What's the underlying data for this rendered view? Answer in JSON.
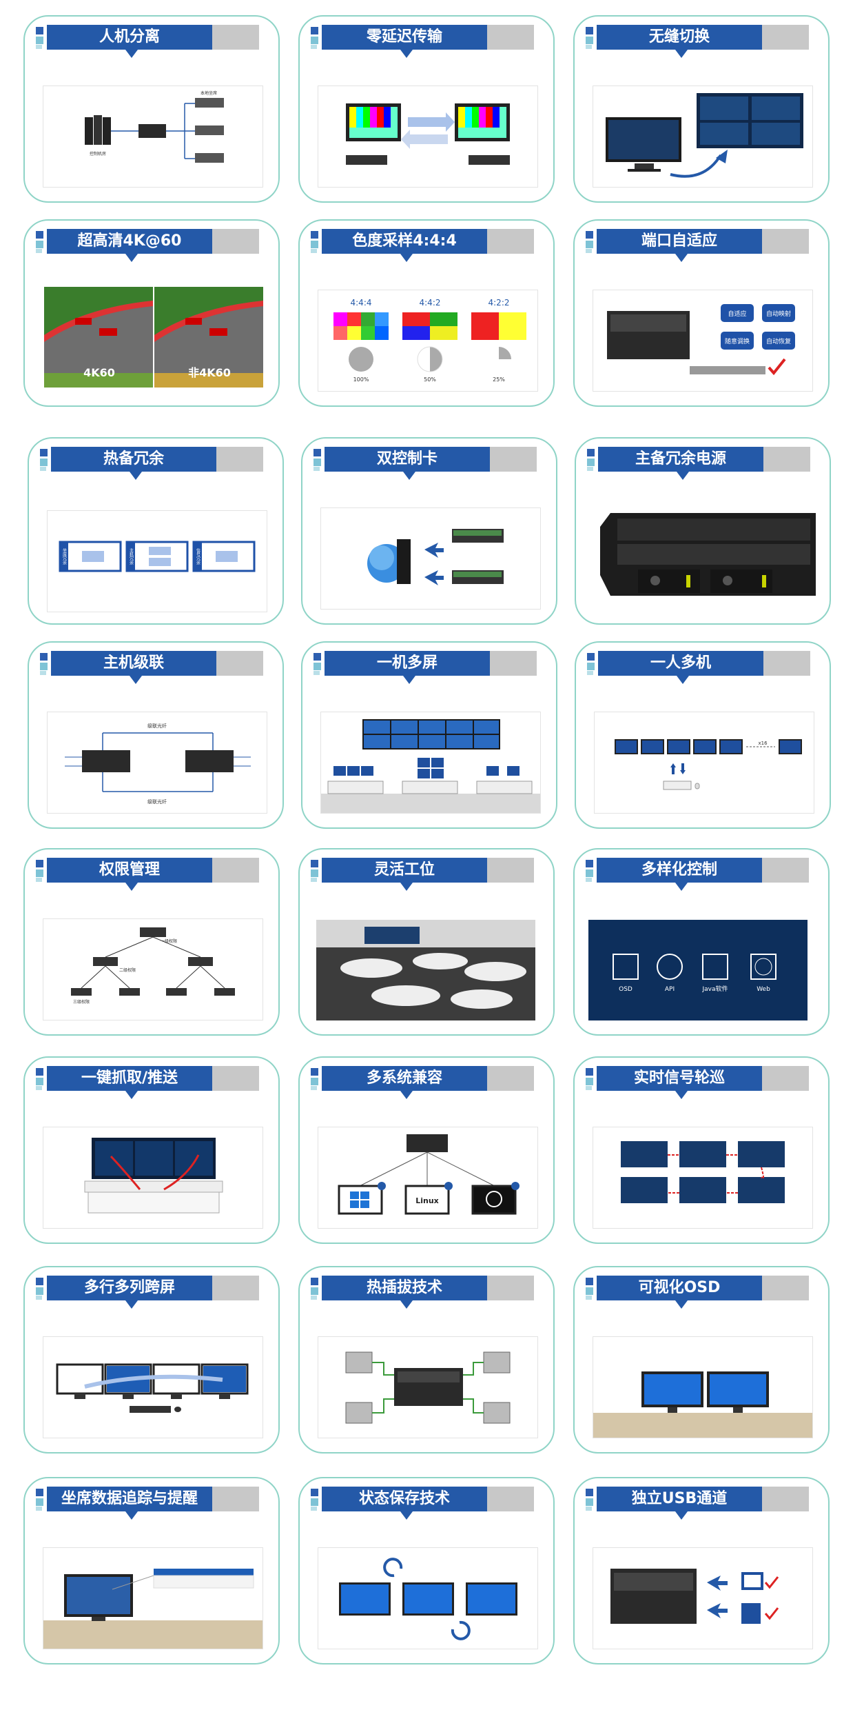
{
  "cards": [
    {
      "title": "人机分离",
      "labels": {
        "server": "控制机房",
        "users": "本地坐席"
      }
    },
    {
      "title": "零延迟传输"
    },
    {
      "title": "无缝切换"
    },
    {
      "title": "超高清4K@60",
      "labels": {
        "left": "4K60",
        "right": "非4K60"
      }
    },
    {
      "title": "色度采样4:4:4",
      "labels": {
        "s1": "4:4:4",
        "s2": "4:4:2",
        "s3": "4:2:2",
        "p1": "100%",
        "p2": "50%",
        "p3": "25%"
      }
    },
    {
      "title": "端口自适应",
      "labels": {
        "b1": "自适应",
        "b2": "自动映射",
        "b3": "随意调换",
        "b4": "自动恢复"
      }
    },
    {
      "title": "热备冗余",
      "labels": {
        "m1": "坐席冗余",
        "m2": "主机冗余",
        "m3": "信号冗余"
      }
    },
    {
      "title": "双控制卡"
    },
    {
      "title": "主备冗余电源"
    },
    {
      "title": "主机级联",
      "labels": {
        "top": "级联光纤",
        "bottom": "级联光纤"
      }
    },
    {
      "title": "一机多屏"
    },
    {
      "title": "一人多机",
      "labels": {
        "count": "x16"
      }
    },
    {
      "title": "权限管理",
      "labels": {
        "l1": "一级权限",
        "l2": "二级权限",
        "l3": "三级权限"
      }
    },
    {
      "title": "灵活工位"
    },
    {
      "title": "多样化控制",
      "labels": {
        "c1": "OSD",
        "c2": "API",
        "c3": "Java软件",
        "c4": "Web"
      }
    },
    {
      "title": "一键抓取/推送"
    },
    {
      "title": "多系统兼容",
      "labels": {
        "linux": "Linux"
      }
    },
    {
      "title": "实时信号轮巡"
    },
    {
      "title": "多行多列跨屏"
    },
    {
      "title": "热插拔技术"
    },
    {
      "title": "可视化OSD"
    },
    {
      "title": "坐席数据追踪与提醒"
    },
    {
      "title": "状态保存技术"
    },
    {
      "title": "独立USB通道"
    }
  ],
  "colors": {
    "accent": "#2459a8",
    "border": "#8fd4c7",
    "grey": "#c8c8c8"
  }
}
